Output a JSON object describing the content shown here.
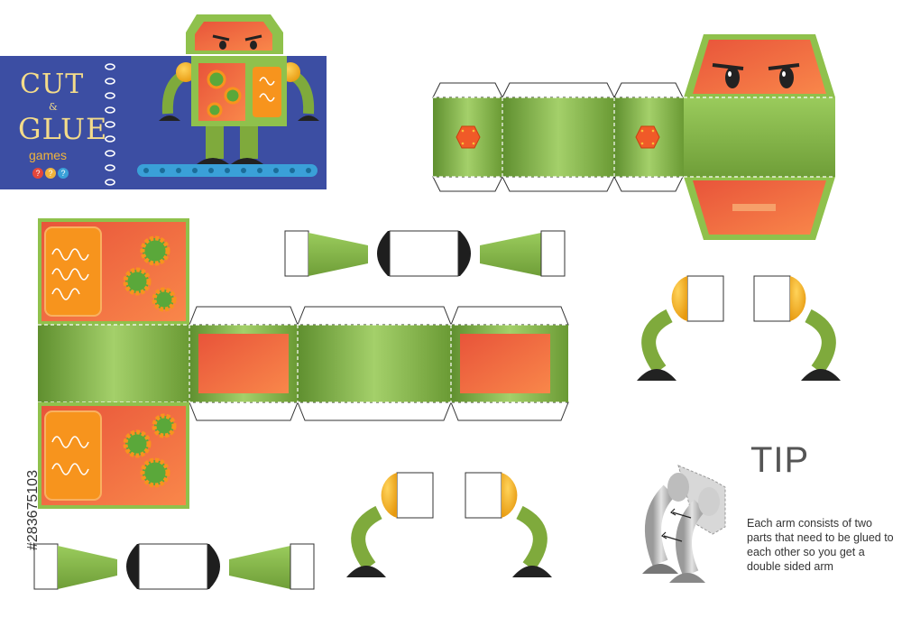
{
  "title_card": {
    "cut": "CUT",
    "amp": "&",
    "glue": "GLUE",
    "games": "games",
    "q1": "?",
    "q2": "?",
    "q3": "?"
  },
  "tip": {
    "title": "TIP",
    "text": "Each arm consists of two parts that need to be glued to each other so you get a double sided arm"
  },
  "side_id": "#283675103",
  "colors": {
    "card_blue": "#3c4ea3",
    "robot_green": "#8bc34a",
    "robot_dark_green": "#5a8a2e",
    "robot_orange": "#f26a3a",
    "joint_yellow": "#f5b01e",
    "foot_black": "#222222"
  }
}
